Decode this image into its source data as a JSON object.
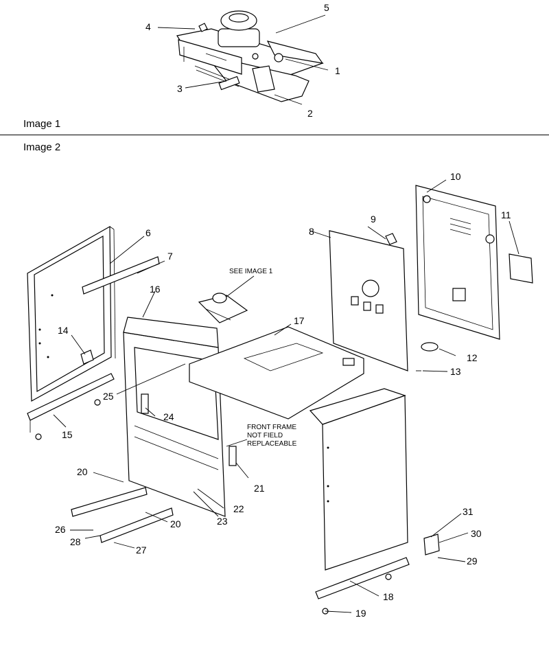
{
  "images": [
    {
      "label": "Image 1"
    },
    {
      "label": "Image 2"
    }
  ],
  "notes": {
    "see_image": "SEE IMAGE 1",
    "front_frame": [
      "FRONT FRAME",
      "NOT FIELD",
      "REPLACEABLE"
    ]
  },
  "callouts": {
    "c1": "1",
    "c2": "2",
    "c3": "3",
    "c4": "4",
    "c5": "5",
    "c6": "6",
    "c7": "7",
    "c8": "8",
    "c9": "9",
    "c10": "10",
    "c11": "11",
    "c12": "12",
    "c13": "13",
    "c14": "14",
    "c15": "15",
    "c16": "16",
    "c17": "17",
    "c18": "18",
    "c19": "19",
    "c20a": "20",
    "c20b": "20",
    "c21": "21",
    "c22": "22",
    "c23": "23",
    "c24": "24",
    "c25": "25",
    "c26": "26",
    "c27": "27",
    "c28": "28",
    "c29": "29",
    "c30": "30",
    "c31": "31"
  }
}
